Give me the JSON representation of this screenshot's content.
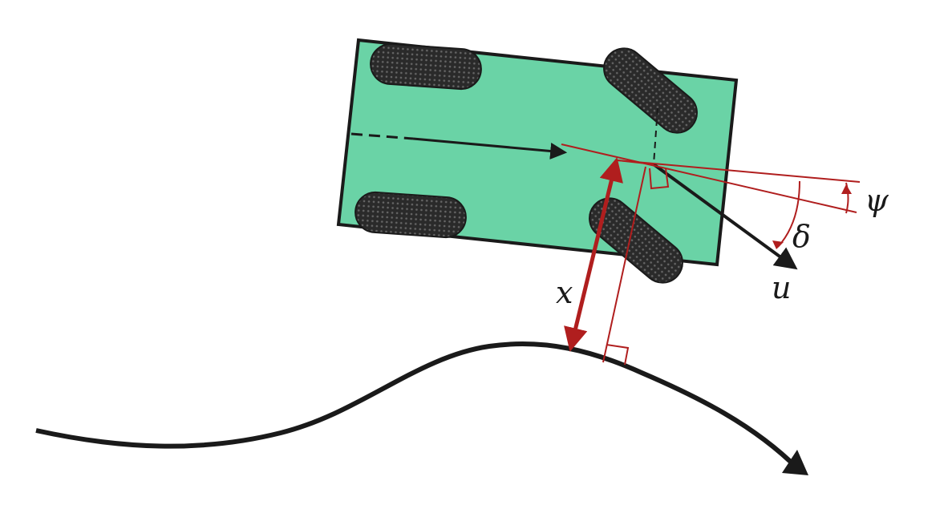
{
  "colors": {
    "background": "#ffffff",
    "vehicle_body": "#6ad3a6",
    "outline": "#1a1a1a",
    "wheel": "#2a2a2a",
    "wheel_texture": "#555555",
    "annotation": "#b01e1e"
  },
  "labels": {
    "lateral_offset": "x",
    "heading_angle": "ψ",
    "steering_angle": "δ",
    "steering_input": "u"
  }
}
